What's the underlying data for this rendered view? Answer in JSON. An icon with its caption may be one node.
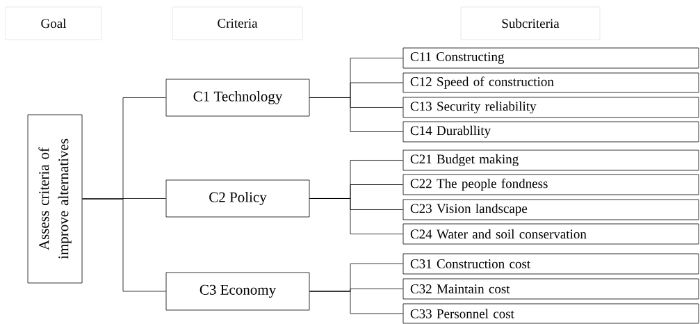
{
  "diagram": {
    "nodes": [
      {
        "text": [
          "Goal"
        ]
      },
      {
        "text": [
          "Criteria"
        ]
      },
      {
        "text": [
          "Subcriteria"
        ]
      },
      {
        "text": [
          "Assess criteria of improve alternatives"
        ]
      },
      {
        "text": [
          "C1  Technology"
        ]
      },
      {
        "text": [
          "C11 Constructing"
        ]
      },
      {
        "text": [
          "C12 Speed of construction"
        ]
      },
      {
        "text": [
          "C13 Security reliability"
        ]
      },
      {
        "text": [
          "C14 Durabllity"
        ]
      },
      {
        "text": [
          "C2  Policy"
        ]
      },
      {
        "text": [
          "C21 Budget making"
        ]
      },
      {
        "text": [
          "C22 The people fondness"
        ]
      },
      {
        "text": [
          "C23 Vision landscape"
        ]
      },
      {
        "text": [
          "C24 Water and soil conservation"
        ]
      },
      {
        "text": [
          "C3  Economy"
        ]
      },
      {
        "text": [
          "C31 Construction cost"
        ]
      },
      {
        "text": [
          "C32 Maintain cost"
        ]
      },
      {
        "text": [
          "C33 Personnel cost"
        ]
      }
    ],
    "edges": [
      {
        "from": 3,
        "to": 4,
        "arrow": "none"
      },
      {
        "from": 3,
        "to": 9,
        "arrow": "none"
      },
      {
        "from": 3,
        "to": 14,
        "arrow": "none"
      },
      {
        "from": 4,
        "to": 5,
        "arrow": "none"
      },
      {
        "from": 4,
        "to": 6,
        "arrow": "none"
      },
      {
        "from": 4,
        "to": 7,
        "arrow": "none"
      },
      {
        "from": 4,
        "to": 8,
        "arrow": "none"
      },
      {
        "from": 9,
        "to": 10,
        "arrow": "none"
      },
      {
        "from": 9,
        "to": 11,
        "arrow": "none"
      },
      {
        "from": 9,
        "to": 12,
        "arrow": "none"
      },
      {
        "from": 9,
        "to": 13,
        "arrow": "none"
      },
      {
        "from": 14,
        "to": 15,
        "arrow": "none"
      },
      {
        "from": 14,
        "to": 16,
        "arrow": "none"
      },
      {
        "from": 14,
        "to": 17,
        "arrow": "none"
      }
    ]
  }
}
